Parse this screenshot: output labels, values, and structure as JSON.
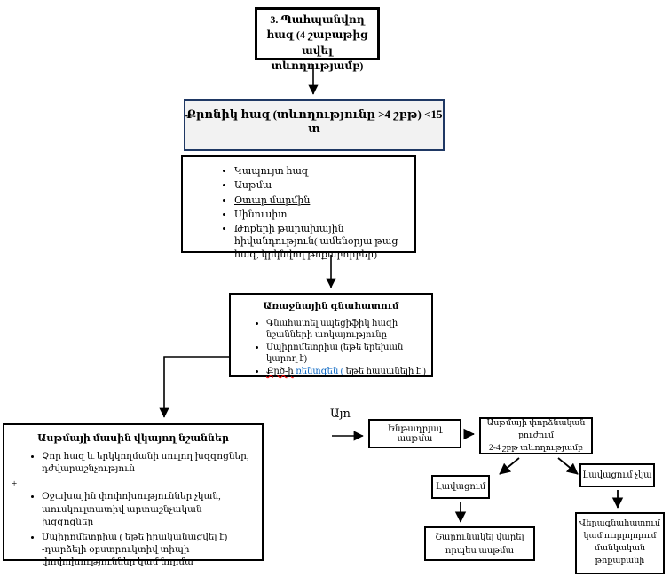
{
  "flow": {
    "persistent_cough": {
      "label": "3. Պահպանվող հազ (4 շաբաթից ավել տևողությամբ)"
    },
    "chronic_cough": {
      "label": "Քրոնիկ հազ (տևողությունը >4 շբթ) <15 տ"
    },
    "differential": {
      "items": [
        "Կապույտ հազ",
        "Ասթմա",
        "Օտար մարմին",
        "Սինուսիտ",
        "Թոքերի թարախային հիվանդություն( ամենօրյա թաց հազ, կրկնվող թոքաբորբեր)"
      ]
    },
    "primary_assessment": {
      "title": "Առաջնային գնահատում",
      "items": [
        "Գնահատել սպեցիֆիկ հազի նշանների առկայությունը",
        "Սպիրոմետրիա (եթե երեխան կարող է)"
      ],
      "xray_part1": "Քրծ-ի",
      "xray_part2": " ռենտգեն (",
      "xray_part3": " եթե հասանելի է )"
    },
    "asthma_signs": {
      "title": "Ասթմայի մասին վկայող նշաններ",
      "item1": "Չոր հազ և երկկողմանի սուլող խզզոցներ, դժվարաշնչություն",
      "plus": "+",
      "item2": "Օջախային փոփոխություններ չկան, աուսկուլտատիվ արտաշնչական խզզոցներ",
      "item3": "Սպիրոմետրիա ( եթե իրականացվել է) -դարձելի օբստրուկտիվ տիպի փոփոխություններ կամ նորմա"
    },
    "yes_label": "Այո",
    "suspected_asthma": {
      "label": "Ենթադրյալ ասթմա"
    },
    "trial_treatment": {
      "line1": "Ասթմայի փորձնական բուժում",
      "line2": "2-4 շբթ տևողությամբ"
    },
    "improvement": {
      "label": "Լավացում"
    },
    "no_improvement": {
      "label": "Լավացում չկա"
    },
    "continue_asthma": {
      "line1": "Շարունակել վարել",
      "line2": "որպես ասթմա"
    },
    "reassess": {
      "label": "Վերագնահատում կամ ուղղորդում մանկական թոքաբանի"
    }
  },
  "colors": {
    "box_border": "#000000",
    "accent_border": "#1f3864",
    "accent_fill": "#f2f2f2",
    "spellcheck_red": "#ff0000",
    "link_blue": "#0563c1"
  }
}
